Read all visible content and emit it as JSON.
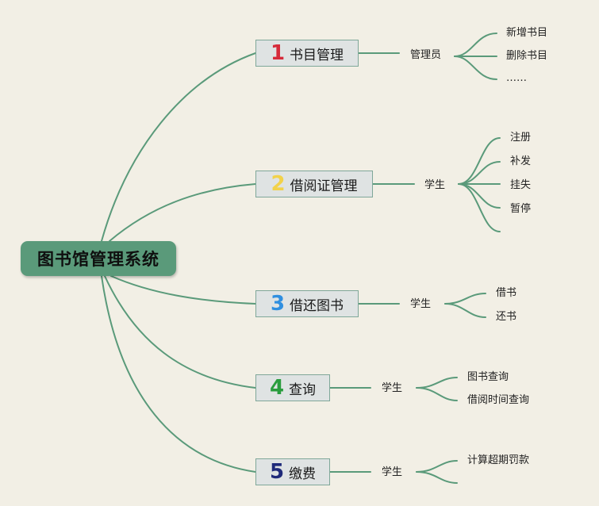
{
  "root": {
    "label": "图书馆管理系统"
  },
  "branches": [
    {
      "number": "1",
      "label": "书目管理",
      "number_color": "#d62b3a",
      "role": "管理员",
      "leaves": [
        "新增书目",
        "删除书目",
        "……"
      ]
    },
    {
      "number": "2",
      "label": "借阅证管理",
      "number_color": "#f2d24a",
      "role": "学生",
      "leaves": [
        "注册",
        "补发",
        "挂失",
        "暂停"
      ]
    },
    {
      "number": "3",
      "label": "借还图书",
      "number_color": "#2f8fe0",
      "role": "学生",
      "leaves": [
        "借书",
        "还书"
      ]
    },
    {
      "number": "4",
      "label": "查询",
      "number_color": "#2a9d3e",
      "role": "学生",
      "leaves": [
        "图书查询",
        "借阅时间查询"
      ]
    },
    {
      "number": "5",
      "label": "缴费",
      "number_color": "#1f2a7a",
      "role": "学生",
      "leaves": [
        "计算超期罚款"
      ]
    }
  ],
  "colors": {
    "background": "#f2efe5",
    "line": "#5a9a7a",
    "root_fill": "#5a9a7a",
    "node_fill": "#dfe3e3"
  }
}
